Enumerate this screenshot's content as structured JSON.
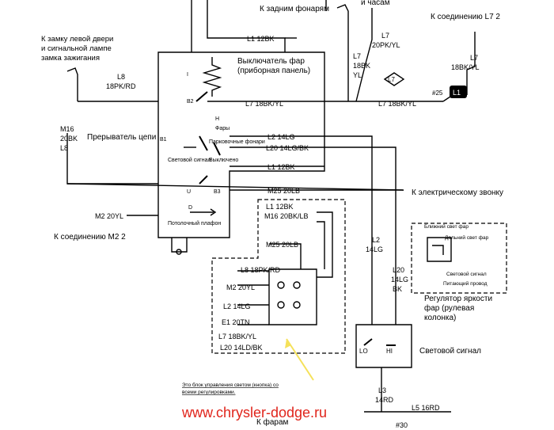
{
  "labels": {
    "rear_lamps": "К задним фонарям",
    "clock": "и часам",
    "conn_l72": "К соединению L7 2",
    "left_door_1": "К замку левой двери",
    "left_door_2": "и сигнальной лампе",
    "left_door_3": "замка зажигания",
    "headlamp_sw_1": "Выключатель фар",
    "headlamp_sw_2": "(приборная панель)",
    "breaker": "Прерыватель цепи",
    "fary": "Фары",
    "parking": "Парковочные фонари",
    "light_signal": "Световой сигнал",
    "off": "Выключено",
    "ceiling": "Потолочный плафон",
    "conn_m22": "К соединению M2 2",
    "bell": "К электрическому звонку",
    "dimmer_1": "Регулятор яркости",
    "dimmer_2": "фар (рулевая",
    "dimmer_3": "колонка)",
    "light_signal_main": "Световой сигнал",
    "to_headlamps": "К фарам",
    "near_light": "Ближний свет фар",
    "far_light": "Дальний свет фар",
    "signal_small": "Световой сигнал",
    "feed_wire": "Питающий провод"
  },
  "wires": {
    "l1_top": "L1 12BK",
    "l7_main": "L7 18BK/YL",
    "l7_main2": "L7 18BK/YL",
    "l8": "L8",
    "l8_code": "18PK/RD",
    "l7_a": "L7",
    "l7_a_code": "20PK/YL",
    "l7_b": "L7",
    "l7_b_code1": "18BK",
    "l7_b_code2": "YL",
    "l7_c": "L7",
    "l7_c_code": "18BK/YL",
    "l2_main": "L2 14LG",
    "l20_main": "L20 14LG/BK",
    "l1_main": "L1 12BK",
    "m16": "M16",
    "m16_code": "20BK",
    "l8_side": "L8",
    "m25": "M25 20LB",
    "m2": "M2 20YL",
    "l2_v": "L2",
    "l2_v_code": "14LG",
    "l20_v": "L20",
    "l20_v_code1": "14LG",
    "l20_v_code2": "BK",
    "l3": "L3",
    "l3_code": "14RD",
    "l5": "L5 16RD",
    "num30": "#30",
    "num25": "#25",
    "l7_box": "L7",
    "l1_box": "L1",
    "l1_inner": "L1 12BK",
    "m16_inner": "M16 20BK/LB",
    "m25_inner": "M25 20LB",
    "l8_inner": "L8 18PK/RD",
    "m2_inner": "M2 20YL",
    "l2_inner": "L2 14LG",
    "e1_inner": "E1 20TN",
    "l7_inner": "L7 18BK/YL",
    "l20_inner": "L20 14LD/BK",
    "lo": "LO",
    "hi": "HI"
  },
  "terminals": {
    "i": "I",
    "b2": "B2",
    "h": "H",
    "b1": "B1",
    "u": "U",
    "b3": "B3",
    "d": "D"
  },
  "note_1": "Это блок управления светом (кнопка) со",
  "note_2": "всеми регулировками.",
  "watermark": "www.chrysler-dodge.ru"
}
